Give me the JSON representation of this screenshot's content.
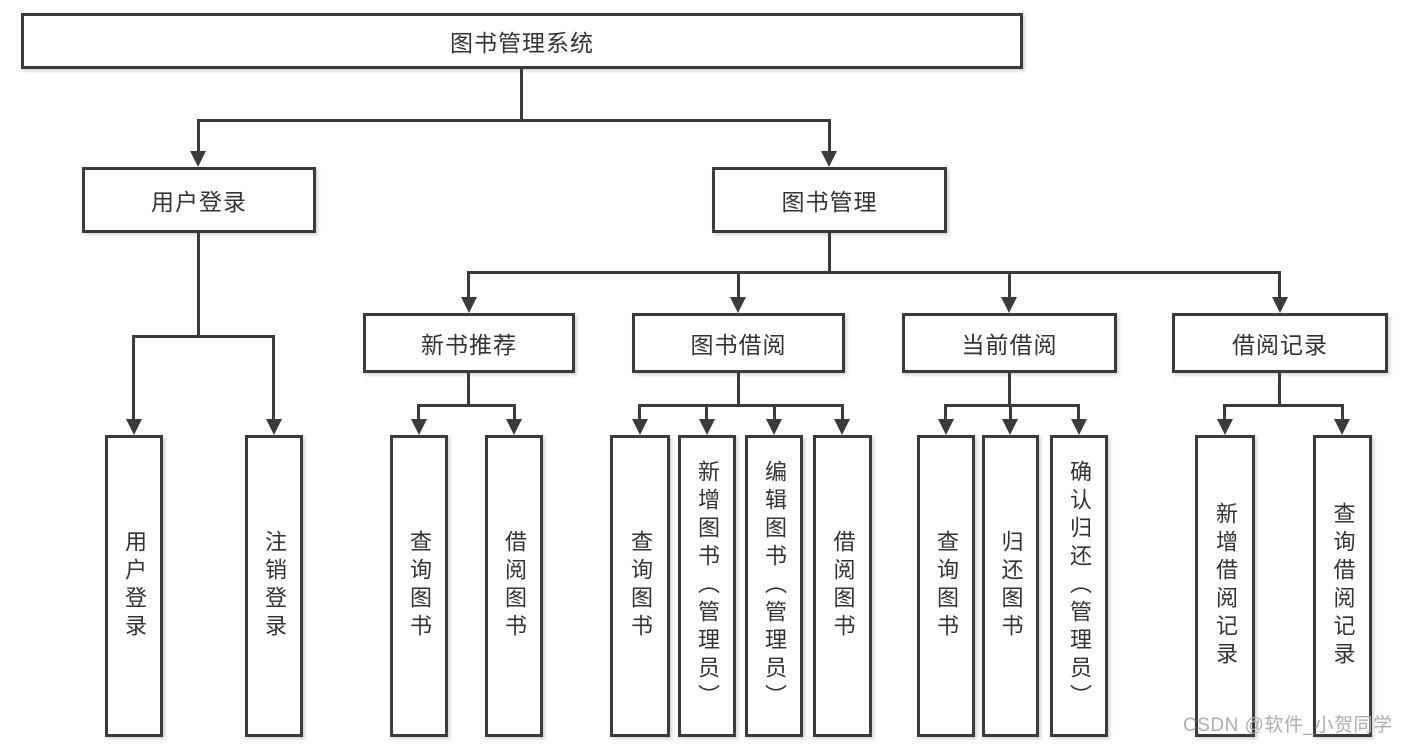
{
  "diagram": {
    "root": {
      "label": "图书管理系统"
    },
    "login": {
      "label": "用户登录",
      "children": [
        {
          "label": "用户登录"
        },
        {
          "label": "注销登录"
        }
      ]
    },
    "management": {
      "label": "图书管理",
      "sections": [
        {
          "label": "新书推荐",
          "children": [
            {
              "label": "查询图书"
            },
            {
              "label": "借阅图书"
            }
          ]
        },
        {
          "label": "图书借阅",
          "children": [
            {
              "label": "查询图书"
            },
            {
              "label": "新增图书（管理员）"
            },
            {
              "label": "编辑图书（管理员）"
            },
            {
              "label": "借阅图书"
            }
          ]
        },
        {
          "label": "当前借阅",
          "children": [
            {
              "label": "查询图书"
            },
            {
              "label": "归还图书"
            },
            {
              "label": "确认归还（管理员）"
            }
          ]
        },
        {
          "label": "借阅记录",
          "children": [
            {
              "label": "新增借阅记录"
            },
            {
              "label": "查询借阅记录"
            }
          ]
        }
      ]
    },
    "watermark": "CSDN @软件_小贺同学",
    "colors": {
      "line": "#3b3b3b",
      "text": "#333333",
      "watermark": "#a9aeb4",
      "background": "#ffffff"
    }
  }
}
